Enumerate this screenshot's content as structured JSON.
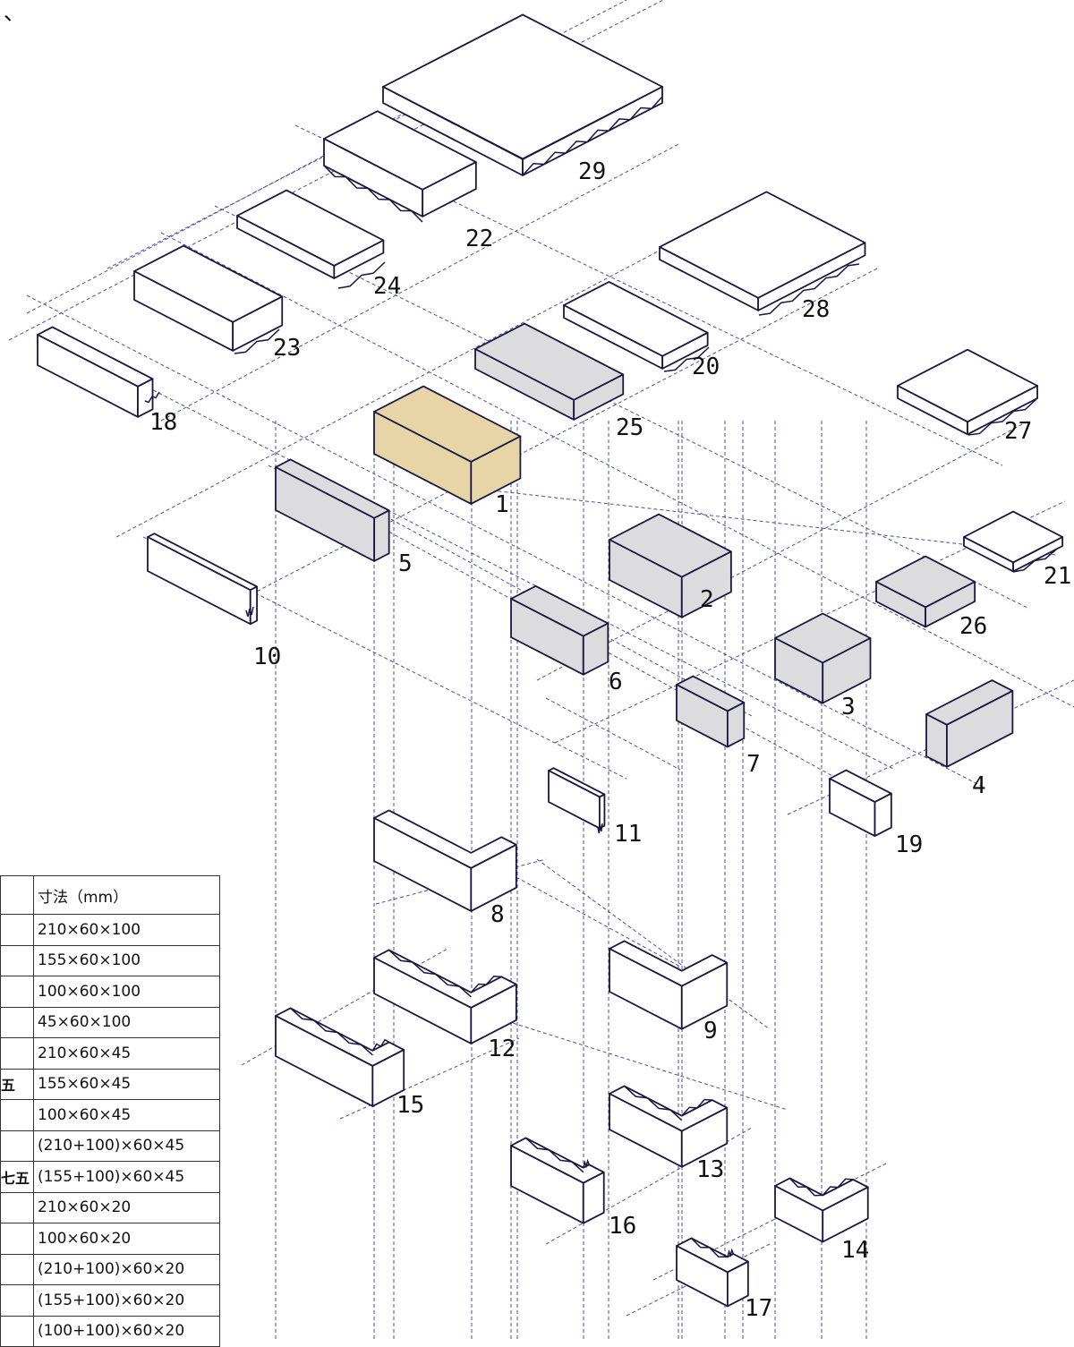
{
  "table": {
    "header": [
      "",
      "寸法（mm）"
    ],
    "rows": [
      [
        "",
        "210×60×100"
      ],
      [
        "",
        "155×60×100"
      ],
      [
        "",
        "100×60×100"
      ],
      [
        "",
        "45×60×100"
      ],
      [
        "",
        "210×60×45"
      ],
      [
        "五",
        "155×60×45"
      ],
      [
        "",
        "100×60×45"
      ],
      [
        "",
        "(210+100)×60×45"
      ],
      [
        "七五",
        "(155+100)×60×45"
      ],
      [
        "",
        "210×60×20"
      ],
      [
        "",
        "100×60×20"
      ],
      [
        "",
        "(210+100)×60×20"
      ],
      [
        "",
        "(155+100)×60×20"
      ],
      [
        "",
        "(100+100)×60×20"
      ]
    ]
  },
  "part_numbers": [
    "1",
    "2",
    "3",
    "4",
    "5",
    "6",
    "7",
    "8",
    "9",
    "10",
    "11",
    "12",
    "13",
    "14",
    "15",
    "16",
    "17",
    "18",
    "19",
    "20",
    "21",
    "22",
    "23",
    "24",
    "25",
    "26",
    "27",
    "28",
    "29"
  ],
  "colors": {
    "highlight_fill": "#e7d5a8",
    "shaded_fill": "#dcdcde",
    "outline": "#1a1640",
    "guide_line": "#4b4f9e"
  },
  "corner_mark": "、"
}
